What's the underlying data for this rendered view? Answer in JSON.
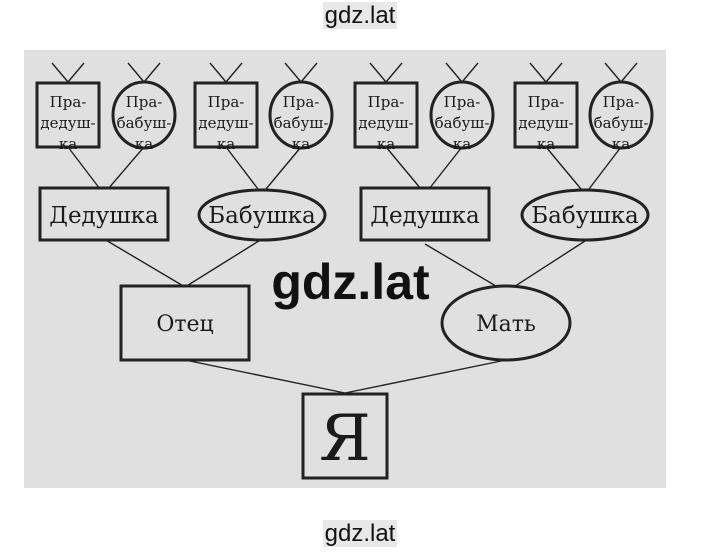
{
  "watermark": "gdz.lat",
  "great_grandparents": [
    {
      "shape": "rect",
      "lines": [
        "Пра-",
        "дедуш-",
        "ка"
      ]
    },
    {
      "shape": "ellipse",
      "lines": [
        "Пра-",
        "бабуш-",
        "ка"
      ]
    },
    {
      "shape": "rect",
      "lines": [
        "Пра-",
        "дедуш-",
        "ка"
      ]
    },
    {
      "shape": "ellipse",
      "lines": [
        "Пра-",
        "бабуш-",
        "ка"
      ]
    },
    {
      "shape": "rect",
      "lines": [
        "Пра-",
        "дедуш-",
        "ка"
      ]
    },
    {
      "shape": "ellipse",
      "lines": [
        "Пра-",
        "бабуш-",
        "ка"
      ]
    },
    {
      "shape": "rect",
      "lines": [
        "Пра-",
        "дедуш-",
        "ка"
      ]
    },
    {
      "shape": "ellipse",
      "lines": [
        "Пра-",
        "бабуш-",
        "ка"
      ]
    }
  ],
  "grandparents": [
    {
      "shape": "rect",
      "label": "Дедушка"
    },
    {
      "shape": "ellipse",
      "label": "Бабушка"
    },
    {
      "shape": "rect",
      "label": "Дедушка"
    },
    {
      "shape": "ellipse",
      "label": "Бабушка"
    }
  ],
  "parents": [
    {
      "shape": "rect",
      "label": "Отец"
    },
    {
      "shape": "ellipse",
      "label": "Мать"
    }
  ],
  "self": {
    "shape": "rect",
    "label": "Я"
  }
}
